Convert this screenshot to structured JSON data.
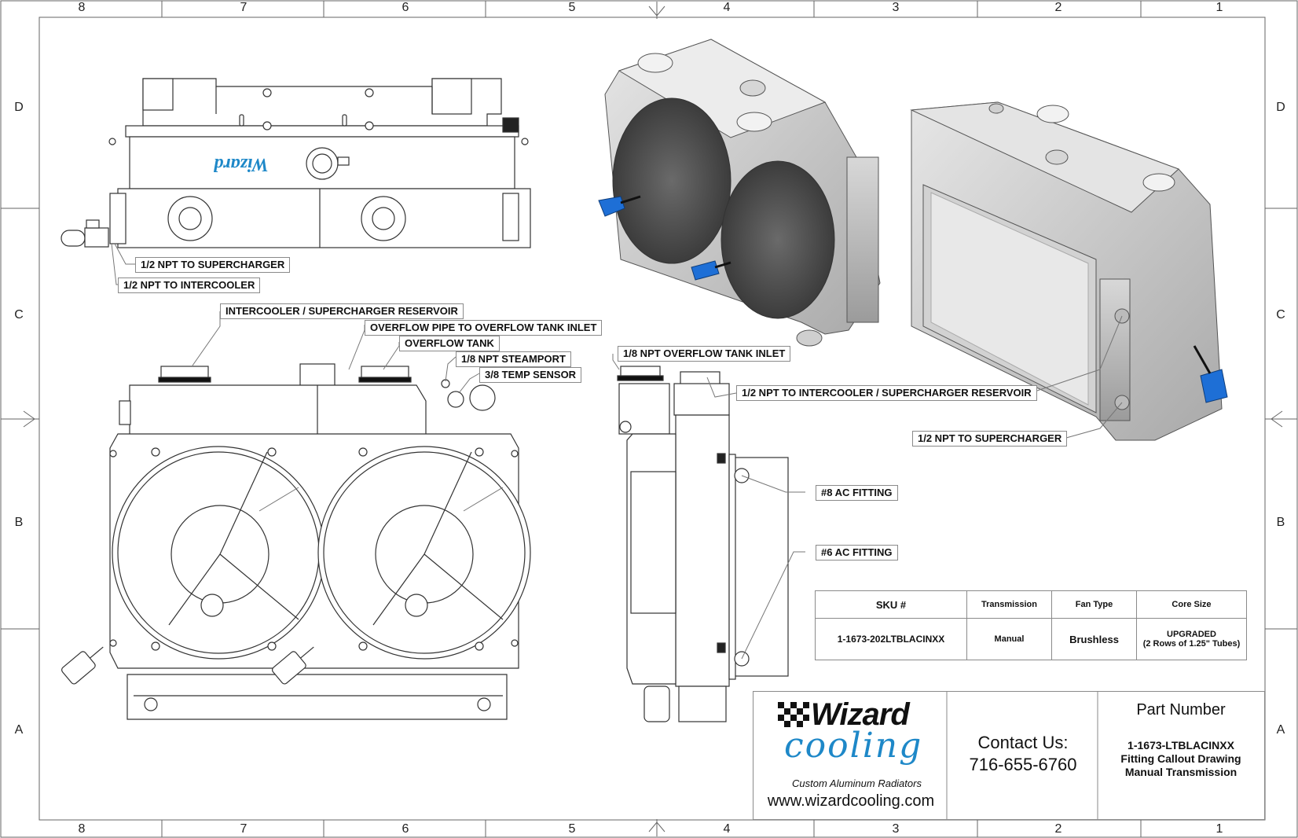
{
  "zones": {
    "columns": [
      "8",
      "7",
      "6",
      "5",
      "4",
      "3",
      "2",
      "1"
    ],
    "rows": [
      "D",
      "C",
      "B",
      "A"
    ]
  },
  "callouts": {
    "npt_supercharger_top": "1/2 NPT TO SUPERCHARGER",
    "npt_intercooler_top": "1/2 NPT TO INTERCOOLER",
    "reservoir": "INTERCOOLER / SUPERCHARGER RESERVOIR",
    "overflow_pipe": "OVERFLOW PIPE TO OVERFLOW TANK INLET",
    "overflow_tank": "OVERFLOW TANK",
    "steamport": "1/8 NPT STEAMPORT",
    "temp_sensor": "3/8 TEMP SENSOR",
    "overflow_inlet": "1/8 NPT OVERFLOW TANK INLET",
    "npt_reservoir_iso": "1/2 NPT TO INTERCOOLER / SUPERCHARGER RESERVOIR",
    "npt_supercharger_iso": "1/2 NPT TO SUPERCHARGER",
    "ac8": "#8 AC FITTING",
    "ac6": "#6 AC FITTING"
  },
  "spec_table": {
    "headers": [
      "SKU #",
      "Transmission",
      "Fan Type",
      "Core Size"
    ],
    "row": {
      "sku": "1-1673-202LTBLACINXX",
      "transmission": "Manual",
      "fan_type": "Brushless",
      "core_line1": "UPGRADED",
      "core_line2": "(2 Rows of 1.25\" Tubes)"
    }
  },
  "title_block": {
    "logo_word1": "Wizard",
    "logo_word2": "cooling",
    "logo_tagline": "Custom Aluminum Radiators",
    "website": "www.wizardcooling.com",
    "contact_label": "Contact Us:",
    "phone": "716-655-6760",
    "part_number_label": "Part Number",
    "part_number": "1-1673-LTBLACINXX",
    "drawing_title": "Fitting Callout Drawing",
    "drawing_subtitle": "Manual Transmission"
  },
  "colors": {
    "line": "#333333",
    "border": "#8a8a8a",
    "logo_blue": "#1e88c8",
    "connector_blue": "#1e6fd6",
    "part_grey": "#c8c8c8"
  }
}
